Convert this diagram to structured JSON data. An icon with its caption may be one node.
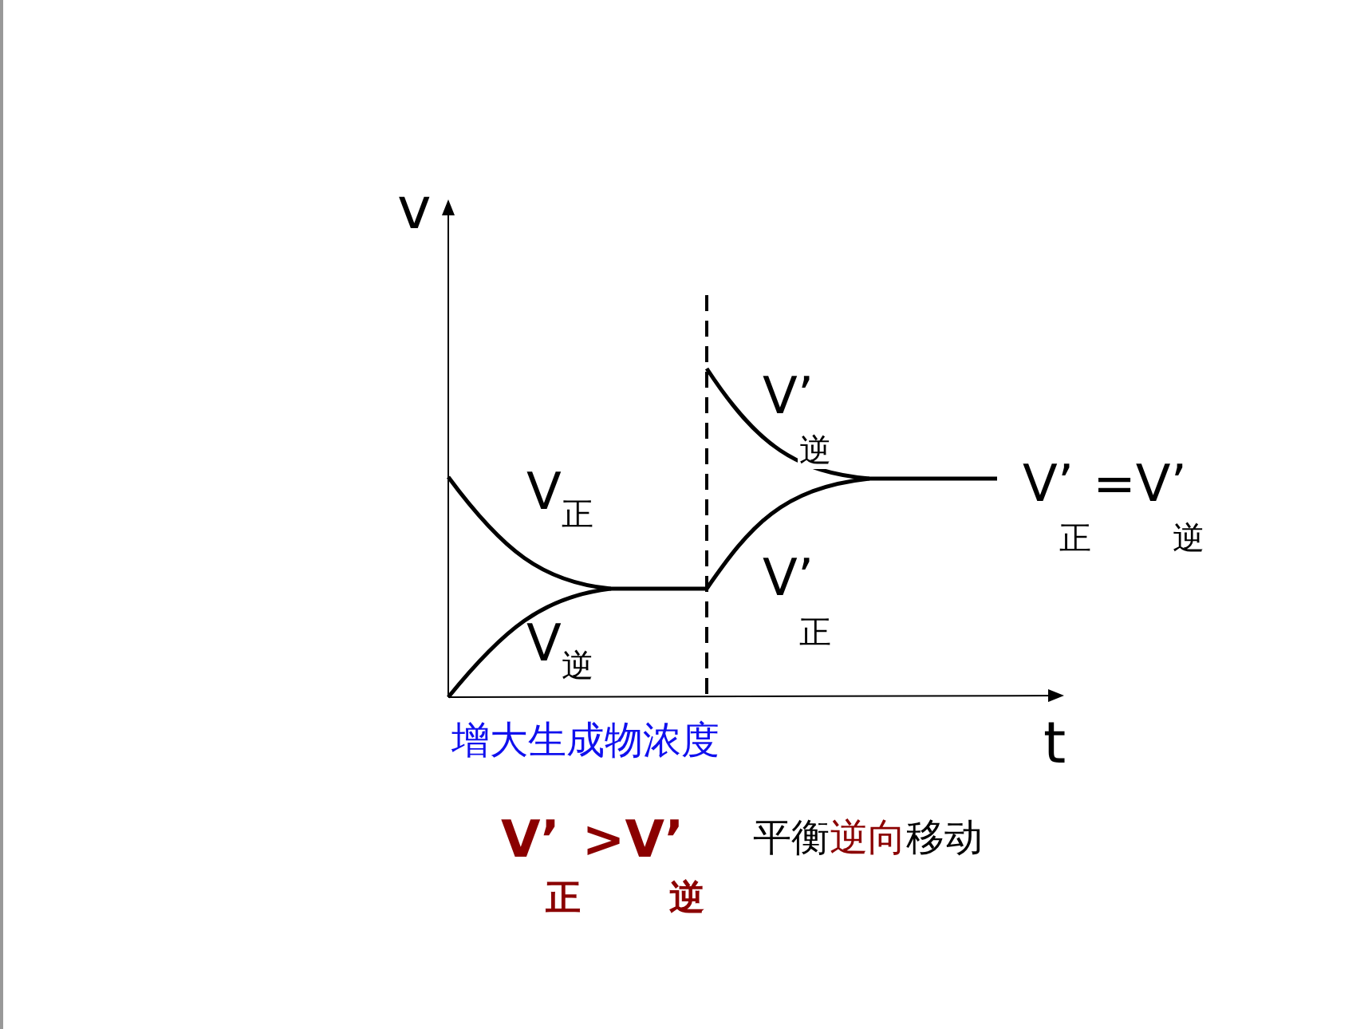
{
  "diagram": {
    "labels": [
      "v",
      "V$_{正}$",
      "V$_{逆}$",
      "V’$_{逆}$",
      "V’$_{正}$",
      "V’$_{正}$=V’$_{逆}$",
      "增大生成物浓度",
      "t",
      "V’$_{正}$>V’$_{逆}$",
      "平衡**逆向**移动"
    ]
  }
}
